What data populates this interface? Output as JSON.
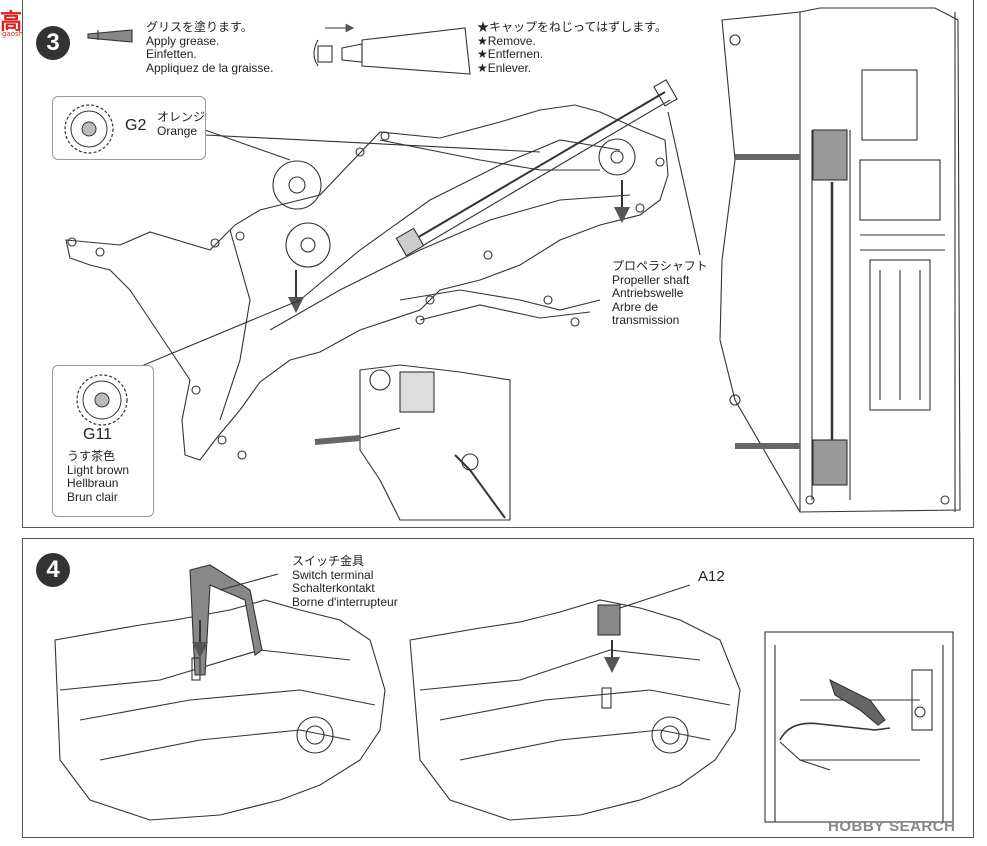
{
  "watermark": {
    "top_left_cn": "高手网",
    "top_left_url": "gaoshou.com",
    "bottom_right": "HOBBY SEARCH"
  },
  "step3": {
    "number": "3",
    "grease": [
      "グリスを塗ります。",
      "Apply grease.",
      "Einfetten.",
      "Appliquez de la graisse."
    ],
    "cap": [
      "★キャップをねじってはずします。",
      "★Remove.",
      "★Entfernen.",
      "★Enlever."
    ],
    "gear_g2": {
      "code": "G2",
      "jp": "オレンジ",
      "en": "Orange"
    },
    "gear_g11": {
      "code": "G11",
      "jp": "うす茶色",
      "en": "Light brown",
      "de": "Hellbraun",
      "fr": "Brun clair"
    },
    "propeller": [
      "プロペラシャフト",
      "Propeller shaft",
      "Antriebswelle",
      "Arbre de",
      "transmission"
    ]
  },
  "step4": {
    "number": "4",
    "switch": [
      "スイッチ金具",
      "Switch terminal",
      "Schalterkontakt",
      "Borne d'interrupteur"
    ],
    "part": "A12"
  },
  "colors": {
    "ink": "#222222",
    "panel_border": "#555555",
    "watermark_red": "#dd2222",
    "watermark_gray": "#888888"
  }
}
